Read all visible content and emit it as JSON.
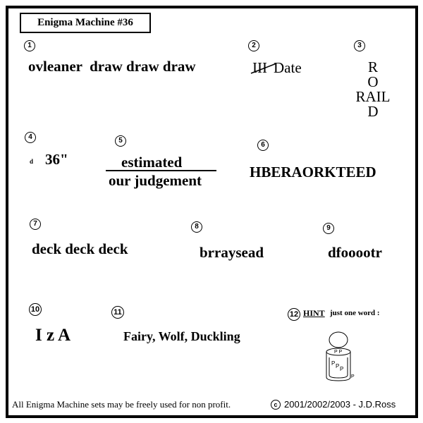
{
  "title": "Enigma Machine #36",
  "puzzles": [
    {
      "number": "1",
      "text": "ovleaner  draw draw draw"
    },
    {
      "number": "2",
      "struck": "III",
      "text": "Date"
    },
    {
      "number": "3",
      "lines": [
        "R",
        "O",
        "RAIL",
        "D"
      ]
    },
    {
      "number": "4",
      "small": "d",
      "text": "36\""
    },
    {
      "number": "5",
      "numerator": "estimated",
      "denominator": "our judgement"
    },
    {
      "number": "6",
      "text": "HBERAORKTEED"
    },
    {
      "number": "7",
      "text": "deck deck deck"
    },
    {
      "number": "8",
      "text": "brraysead"
    },
    {
      "number": "9",
      "text": "dfooootr"
    },
    {
      "number": "10",
      "text": "I z A"
    },
    {
      "number": "11",
      "text": "Fairy, Wolf, Duckling"
    },
    {
      "number": "12",
      "hint_label": "HINT",
      "hint_text": "just one word :",
      "jar_letters": {
        "lid": "P P",
        "label": [
          "P",
          "P",
          "P"
        ],
        "outside": "P"
      }
    }
  ],
  "footer": {
    "notice": "All Enigma Machine sets may be freely used for non profit.",
    "copyright_symbol": "c",
    "copyright": "2001/2002/2003 - J.D.Ross"
  }
}
